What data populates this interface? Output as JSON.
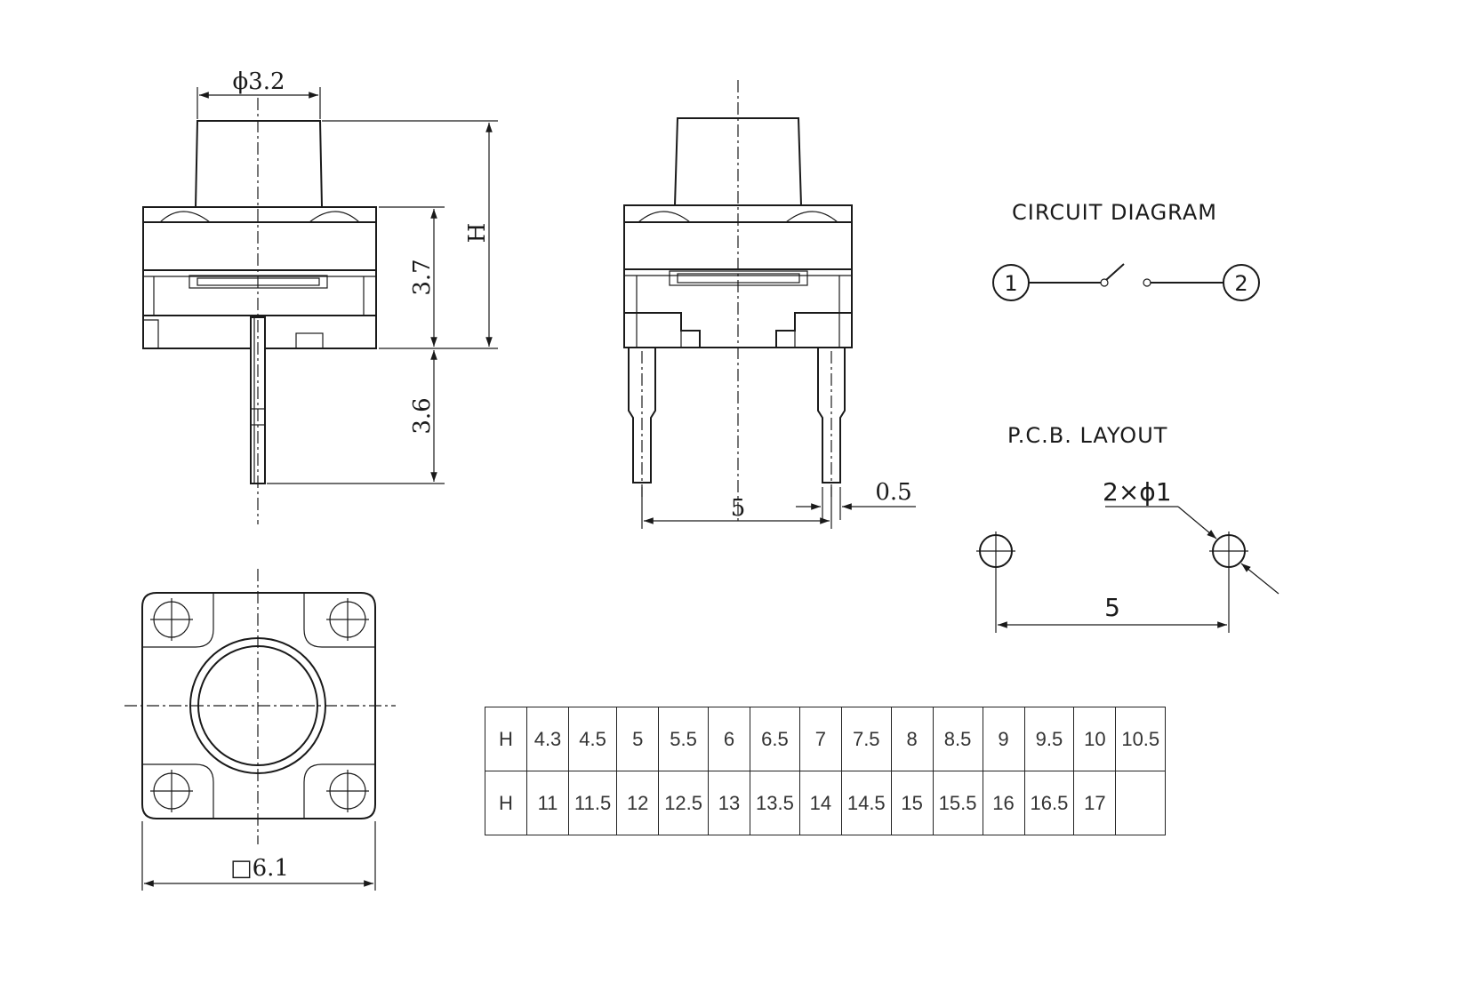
{
  "dimensions": {
    "stem_diameter": "ϕ3.2",
    "total_height": "H",
    "body_height": "3.7",
    "pin_length": "3.6",
    "pin_pitch": "5",
    "pin_thickness": "0.5",
    "body_square": "□6.1"
  },
  "circuit_diagram": {
    "title": "CIRCUIT DIAGRAM",
    "terminal_1": "1",
    "terminal_2": "2"
  },
  "pcb_layout": {
    "title": "P.C.B. LAYOUT",
    "hole_callout": "2×ϕ1",
    "spacing": "5"
  },
  "height_table": {
    "rows": [
      [
        "H",
        "4.3",
        "4.5",
        "5",
        "5.5",
        "6",
        "6.5",
        "7",
        "7.5",
        "8",
        "8.5",
        "9",
        "9.5",
        "10",
        "10.5"
      ],
      [
        "H",
        "11",
        "11.5",
        "12",
        "12.5",
        "13",
        "13.5",
        "14",
        "14.5",
        "15",
        "15.5",
        "16",
        "16.5",
        "17",
        ""
      ]
    ]
  }
}
